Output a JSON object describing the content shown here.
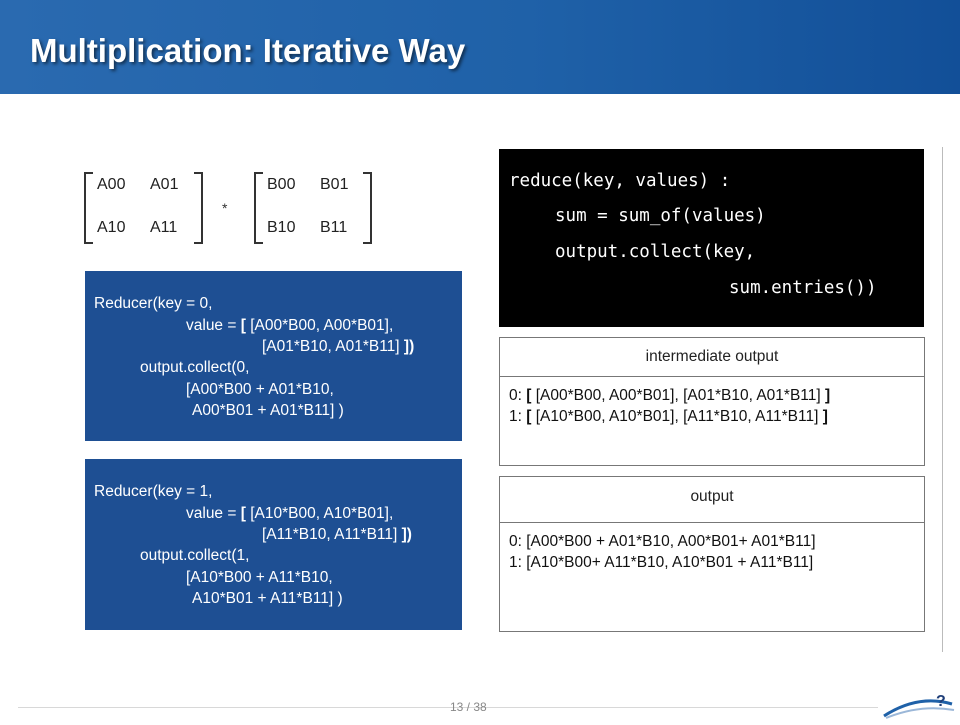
{
  "slide": {
    "title": "Multiplication: Iterative Way",
    "page_number": "13 / 38"
  },
  "matrix_a": {
    "r0c0": "A00",
    "r0c1": "A01",
    "r1c0": "A10",
    "r1c1": "A11"
  },
  "operator": "*",
  "matrix_b": {
    "r0c0": "B00",
    "r0c1": "B01",
    "r1c0": "B10",
    "r1c1": "B11"
  },
  "reducer0": {
    "line1": "Reducer(key = 0,",
    "line2_pre": "value = ",
    "line2_br": "[",
    "line2_post": " [A00*B00, A00*B01],",
    "line3_pre": "[A01*B10, A01*B11] ",
    "line3_br": "])",
    "line4": "output.collect(0,",
    "line5": "[A00*B00 + A01*B10,",
    "line6": "A00*B01 + A01*B11] )"
  },
  "reducer1": {
    "line1": "Reducer(key = 1,",
    "line2_pre": "value = ",
    "line2_br": "[",
    "line2_post": " [A10*B00, A10*B01],",
    "line3_pre": "[A11*B10, A11*B11] ",
    "line3_br": "])",
    "line4": "output.collect(1,",
    "line5": "[A10*B00 + A11*B10,",
    "line6": "A10*B01 + A11*B11] )"
  },
  "code": {
    "line1": "reduce(key, values) :",
    "line2": "sum = sum_of(values)",
    "line3": "output.collect(key,",
    "line4": "sum.entries())"
  },
  "intermediate": {
    "header": "intermediate output",
    "row0_key": "0: ",
    "row0_br": "[",
    "row0_body": " [A00*B00, A00*B01], [A01*B10, A01*B11] ",
    "row0_end": "]",
    "row1_key": "1: ",
    "row1_br": "[",
    "row1_body": " [A10*B00, A10*B01], [A11*B10, A11*B11] ",
    "row1_end": "]"
  },
  "output": {
    "header": "output",
    "row0": "0: [A00*B00 + A01*B10, A00*B01+ A01*B11]",
    "row1": "1: [A10*B00+ A11*B10, A10*B01 + A11*B11]"
  },
  "colors": {
    "header_blue": "#1f61a8",
    "reducer_blue": "#1e4f93",
    "code_bg": "#000000"
  },
  "icons": {
    "logo": "university-logo"
  }
}
